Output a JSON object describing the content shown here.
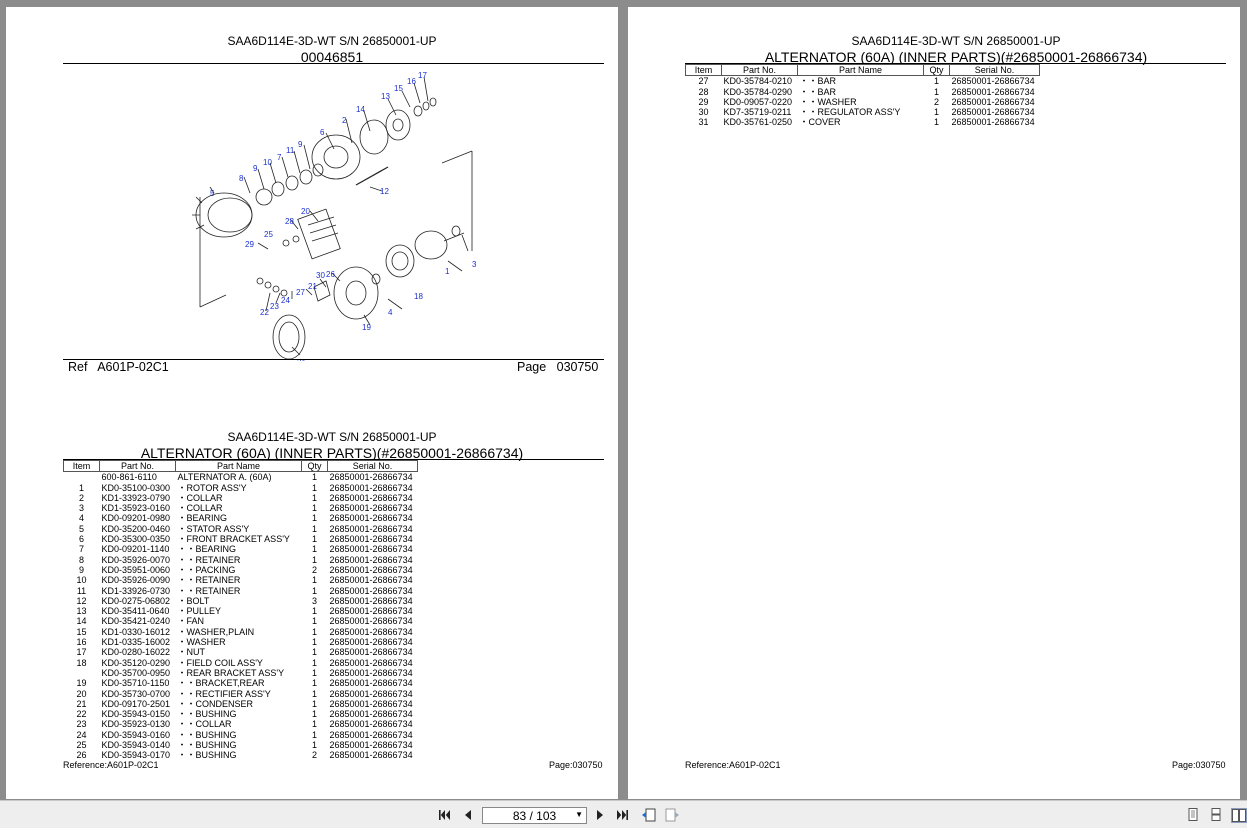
{
  "left_page": {
    "diagram_header": {
      "model": "SAA6D114E-3D-WT S/N 26850001-UP",
      "figure_no": "00046851"
    },
    "diagram_callouts": [
      "1",
      "2",
      "3",
      "4",
      "5",
      "6",
      "7",
      "8",
      "9",
      "10",
      "11",
      "9",
      "12",
      "13",
      "14",
      "15",
      "16",
      "17",
      "18",
      "19",
      "20",
      "21",
      "22",
      "23",
      "24",
      "25",
      "26",
      "27",
      "28",
      "29",
      "30",
      "31"
    ],
    "ref_label": "Ref",
    "ref_value": "A601P-02C1",
    "page_label": "Page",
    "page_value": "030750",
    "list_header": {
      "model": "SAA6D114E-3D-WT S/N 26850001-UP",
      "title": "ALTERNATOR (60A) (INNER PARTS)(#26850001-26866734)"
    },
    "columns": [
      "Item",
      "Part No.",
      "Part Name",
      "Qty",
      "Serial No."
    ],
    "rows": [
      [
        "",
        "600-861-6110",
        "ALTERNATOR A. (60A)",
        "1",
        "26850001-26866734"
      ],
      [
        "1",
        "KD0-35100-0300",
        "・ROTOR ASS'Y",
        "1",
        "26850001-26866734"
      ],
      [
        "2",
        "KD1-33923-0790",
        "・COLLAR",
        "1",
        "26850001-26866734"
      ],
      [
        "3",
        "KD1-35923-0160",
        "・COLLAR",
        "1",
        "26850001-26866734"
      ],
      [
        "4",
        "KD0-09201-0980",
        "・BEARING",
        "1",
        "26850001-26866734"
      ],
      [
        "5",
        "KD0-35200-0460",
        "・STATOR ASS'Y",
        "1",
        "26850001-26866734"
      ],
      [
        "6",
        "KD0-35300-0350",
        "・FRONT BRACKET ASS'Y",
        "1",
        "26850001-26866734"
      ],
      [
        "7",
        "KD0-09201-1140",
        "・・BEARING",
        "1",
        "26850001-26866734"
      ],
      [
        "8",
        "KD0-35926-0070",
        "・・RETAINER",
        "1",
        "26850001-26866734"
      ],
      [
        "9",
        "KD0-35951-0060",
        "・・PACKING",
        "2",
        "26850001-26866734"
      ],
      [
        "10",
        "KD0-35926-0090",
        "・・RETAINER",
        "1",
        "26850001-26866734"
      ],
      [
        "11",
        "KD1-33926-0730",
        "・・RETAINER",
        "1",
        "26850001-26866734"
      ],
      [
        "12",
        "KD0-0275-06802",
        "・BOLT",
        "3",
        "26850001-26866734"
      ],
      [
        "13",
        "KD0-35411-0640",
        "・PULLEY",
        "1",
        "26850001-26866734"
      ],
      [
        "14",
        "KD0-35421-0240",
        "・FAN",
        "1",
        "26850001-26866734"
      ],
      [
        "15",
        "KD1-0330-16012",
        "・WASHER,PLAIN",
        "1",
        "26850001-26866734"
      ],
      [
        "16",
        "KD1-0335-16002",
        "・WASHER",
        "1",
        "26850001-26866734"
      ],
      [
        "17",
        "KD0-0280-16022",
        "・NUT",
        "1",
        "26850001-26866734"
      ],
      [
        "18",
        "KD0-35120-0290",
        "・FIELD COIL ASS'Y",
        "1",
        "26850001-26866734"
      ],
      [
        "",
        "KD0-35700-0950",
        "・REAR BRACKET ASS'Y",
        "1",
        "26850001-26866734"
      ],
      [
        "19",
        "KD0-35710-1150",
        "・・BRACKET,REAR",
        "1",
        "26850001-26866734"
      ],
      [
        "20",
        "KD0-35730-0700",
        "・・RECTIFIER ASS'Y",
        "1",
        "26850001-26866734"
      ],
      [
        "21",
        "KD0-09170-2501",
        "・・CONDENSER",
        "1",
        "26850001-26866734"
      ],
      [
        "22",
        "KD0-35943-0150",
        "・・BUSHING",
        "1",
        "26850001-26866734"
      ],
      [
        "23",
        "KD0-35923-0130",
        "・・COLLAR",
        "1",
        "26850001-26866734"
      ],
      [
        "24",
        "KD0-35943-0160",
        "・・BUSHING",
        "1",
        "26850001-26866734"
      ],
      [
        "25",
        "KD0-35943-0140",
        "・・BUSHING",
        "1",
        "26850001-26866734"
      ],
      [
        "26",
        "KD0-35943-0170",
        "・・BUSHING",
        "2",
        "26850001-26866734"
      ]
    ],
    "footer_reference": "Reference:A601P-02C1",
    "footer_page": "Page:030750"
  },
  "right_page": {
    "list_header": {
      "model": "SAA6D114E-3D-WT S/N 26850001-UP",
      "title": "ALTERNATOR (60A) (INNER PARTS)(#26850001-26866734)"
    },
    "columns": [
      "Item",
      "Part No.",
      "Part Name",
      "Qty",
      "Serial No."
    ],
    "rows": [
      [
        "27",
        "KD0-35784-0210",
        "・・BAR",
        "1",
        "26850001-26866734"
      ],
      [
        "28",
        "KD0-35784-0290",
        "・・BAR",
        "1",
        "26850001-26866734"
      ],
      [
        "29",
        "KD0-09057-0220",
        "・・WASHER",
        "2",
        "26850001-26866734"
      ],
      [
        "30",
        "KD7-35719-0211",
        "・・REGULATOR ASS'Y",
        "1",
        "26850001-26866734"
      ],
      [
        "31",
        "KD0-35761-0250",
        "・COVER",
        "1",
        "26850001-26866734"
      ]
    ],
    "footer_reference": "Reference:A601P-02C1",
    "footer_page": "Page:030750"
  },
  "toolbar": {
    "first_icon": "first-page-icon",
    "prev_icon": "prev-page-icon",
    "page_indicator": "83 / 103",
    "next_icon": "next-page-icon",
    "last_icon": "last-page-icon",
    "view_modes": [
      "single-page-view-icon",
      "continuous-view-icon",
      "two-page-view-icon"
    ],
    "active_view": "two-page-view-icon"
  },
  "colors": {
    "background": "#8c8c8c",
    "page": "#ffffff",
    "callout": "#1a2fd0",
    "toolbar": "#eeeeee"
  }
}
